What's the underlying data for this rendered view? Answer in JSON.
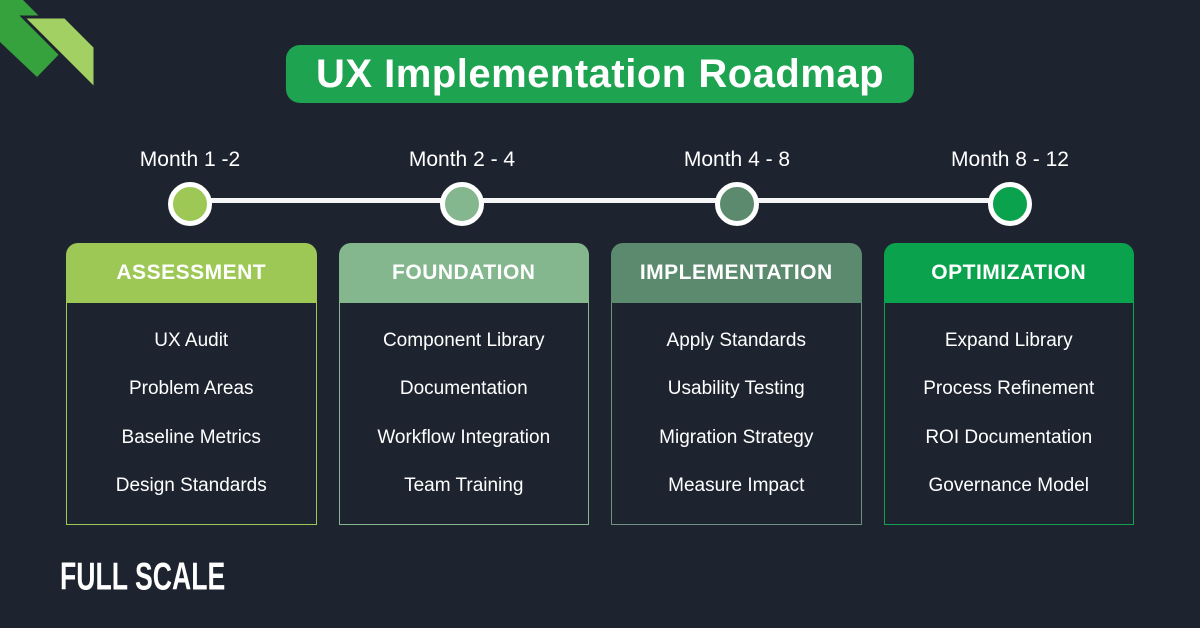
{
  "background_color": "#1e2330",
  "title": {
    "text": "UX Implementation Roadmap",
    "bg": "#1ea351",
    "text_color": "#ffffff"
  },
  "decoration": {
    "ribbon_dark_green": "#35a23d",
    "ribbon_light_green": "#a2d063"
  },
  "timeline": {
    "line_color": "#f5f5f5",
    "circle_ring_color": "#ffffff"
  },
  "phases": [
    {
      "label": "Month 1 -2",
      "title": "ASSESSMENT",
      "color": "#9dc855",
      "border_color": "#9dc855",
      "items": [
        "UX Audit",
        "Problem Areas",
        "Baseline Metrics",
        "Design Standards"
      ]
    },
    {
      "label": "Month 2 - 4",
      "title": "FOUNDATION",
      "color": "#84b78e",
      "border_color": "#84b78e",
      "items": [
        "Component Library",
        "Documentation",
        "Workflow Integration",
        "Team Training"
      ]
    },
    {
      "label": "Month 4 - 8",
      "title": "IMPLEMENTATION",
      "color": "#5c8a6e",
      "border_color": "#6f9180",
      "items": [
        "Apply Standards",
        "Usability Testing",
        "Migration Strategy",
        "Measure Impact"
      ]
    },
    {
      "label": "Month 8 - 12",
      "title": "OPTIMIZATION",
      "color": "#0aa24c",
      "border_color": "#12a150",
      "items": [
        "Expand Library",
        "Process Refinement",
        "ROI Documentation",
        "Governance Model"
      ]
    }
  ],
  "logo": {
    "text": "FULL SCALE"
  }
}
